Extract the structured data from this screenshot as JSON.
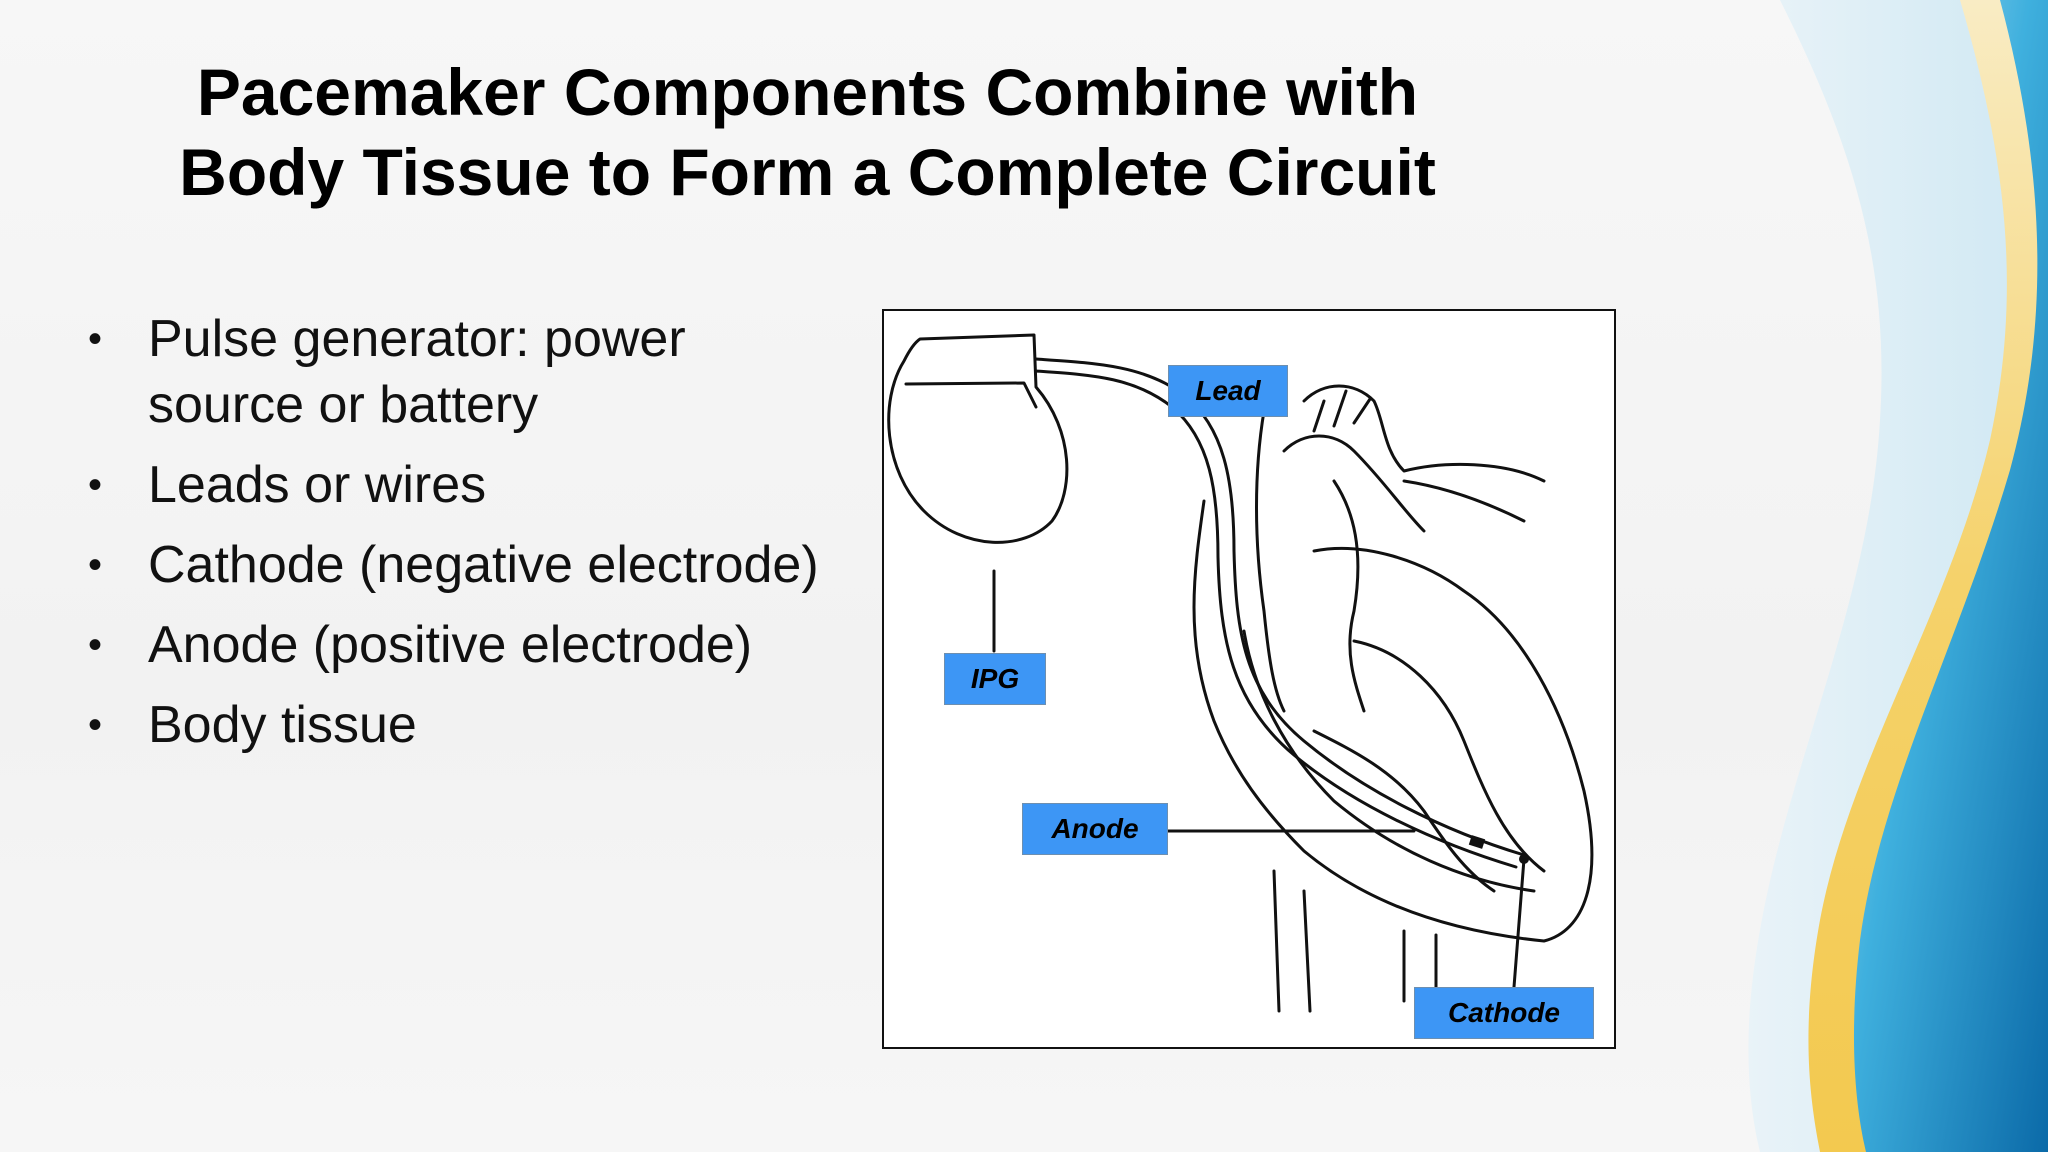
{
  "slide": {
    "title_lines": [
      "Pacemaker Components Combine with",
      "Body Tissue to Form a Complete Circuit"
    ],
    "bullet_symbol": "•",
    "bullets": [
      "Pulse generator: power source or battery",
      "Leads or wires",
      "Cathode (negative electrode)",
      "Anode (positive electrode)",
      "Body tissue"
    ]
  },
  "figure": {
    "labels": {
      "lead": "Lead",
      "ipg": "IPG",
      "anode": "Anode",
      "cathode": "Cathode"
    },
    "label_color": "#3d96f5"
  },
  "theme": {
    "wave_colors": [
      "#f6d77a",
      "#4fb6e0",
      "#1a8fc9",
      "#0d6fae"
    ]
  }
}
